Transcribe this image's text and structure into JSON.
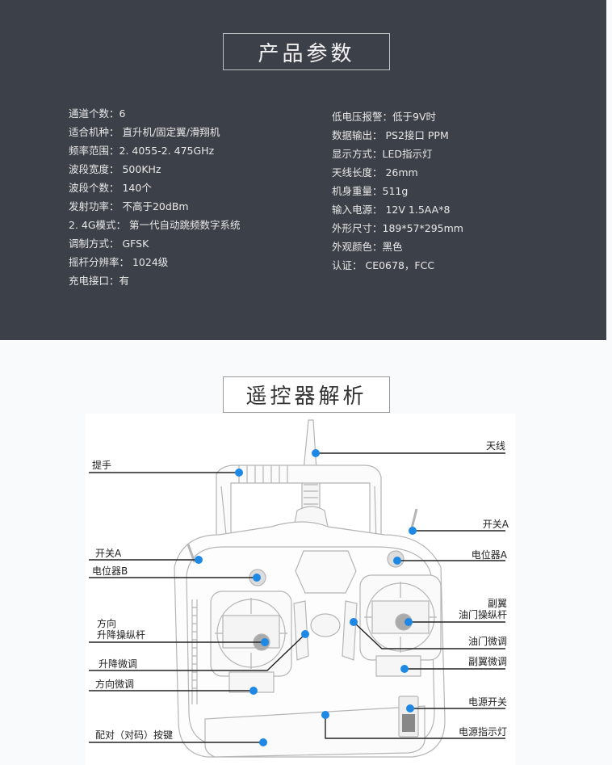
{
  "specs": {
    "title": "产品参数",
    "left": [
      {
        "text": "通道个数：6"
      },
      {
        "text": "适合机种： 直升机/固定翼/滑翔机"
      },
      {
        "text": "频率范围：2. 4055-2. 475GHz"
      },
      {
        "text": "波段宽度： 500KHz"
      },
      {
        "text": "波段个数： 140个"
      },
      {
        "text": "发射功率： 不高于20dBm"
      },
      {
        "text": "2. 4G模式： 第一代自动跳频数字系统"
      },
      {
        "text": "调制方式： GFSK"
      },
      {
        "text": "摇杆分辨率： 1024级"
      },
      {
        "text": "充电接口：有"
      }
    ],
    "right": [
      {
        "text": "低电压报警：低于9V时"
      },
      {
        "text": "数据输出： PS2接口 PPM"
      },
      {
        "text": "显示方式：LED指示灯"
      },
      {
        "text": "天线长度： 26mm"
      },
      {
        "text": "机身重量：511g"
      },
      {
        "text": "输入电源： 12V 1.5AA*8"
      },
      {
        "text": "外形尺寸：189*57*295mm"
      },
      {
        "text": "外观颜色：黑色"
      },
      {
        "text": "认证： CE0678，FCC"
      }
    ]
  },
  "diagram": {
    "title": "遥控器解析",
    "accent_color": "#1e88e5",
    "labels": {
      "antenna": "天线",
      "handle": "提手",
      "switch_a_right": "开关A",
      "switch_a_left": "开关A",
      "pot_a": "电位器A",
      "pot_b": "电位器B",
      "left_stick_1": "方向",
      "left_stick_2": "升降操纵杆",
      "right_stick_1": "副翼",
      "right_stick_2": "油门操纵杆",
      "throttle_trim": "油门微调",
      "elevator_trim": "升降微调",
      "aileron_trim": "副翼微调",
      "rudder_trim": "方向微调",
      "power_switch": "电源开关",
      "bind_button": "配对（对码）按键",
      "power_led": "电源指示灯"
    }
  }
}
